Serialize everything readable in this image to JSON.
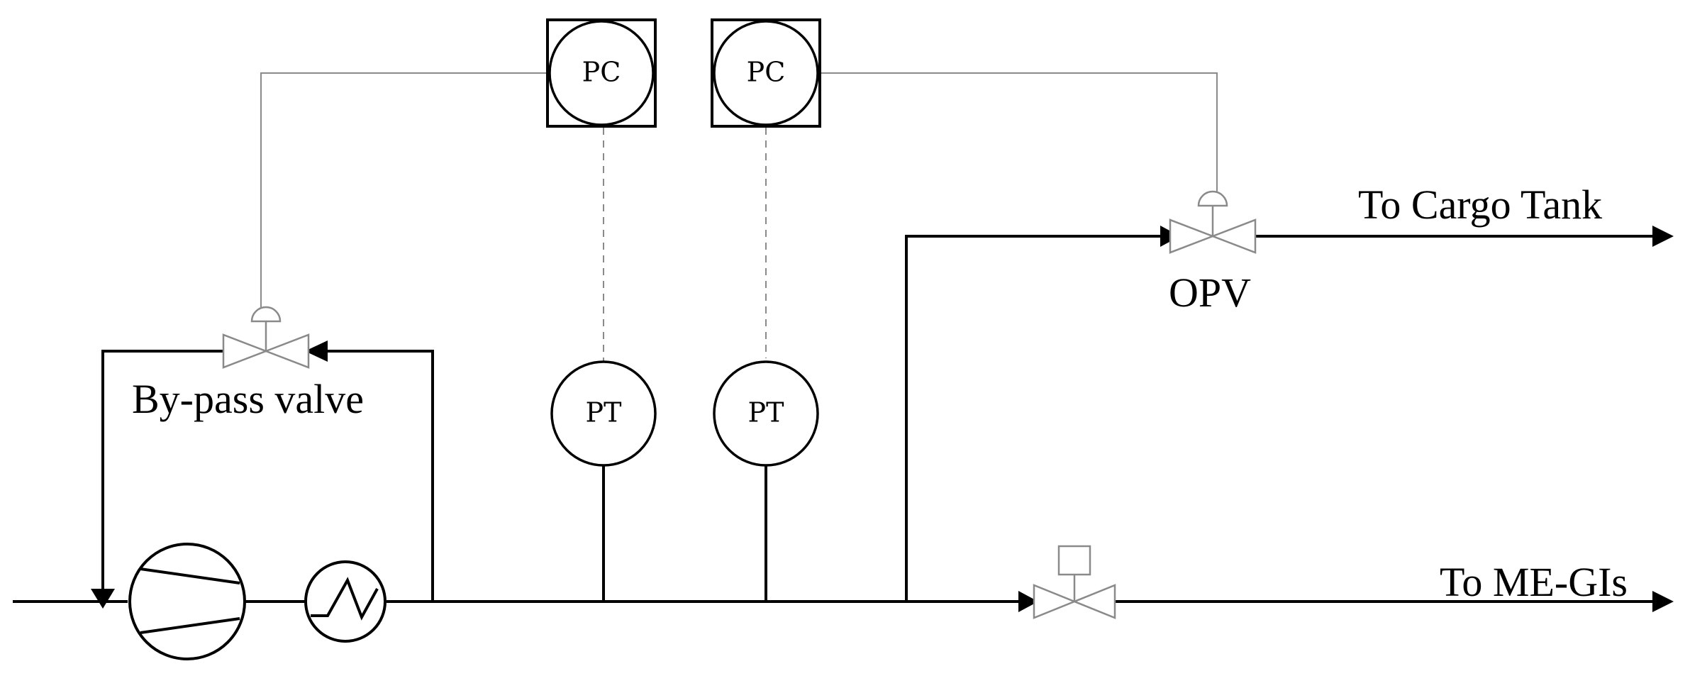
{
  "labels": {
    "pc_left": "PC",
    "pc_right": "PC",
    "pt_left": "PT",
    "pt_right": "PT",
    "bypass_valve": "By-pass valve",
    "opv": "OPV",
    "to_cargo_tank": "To Cargo Tank",
    "to_me_gis": "To ME-GIs"
  }
}
